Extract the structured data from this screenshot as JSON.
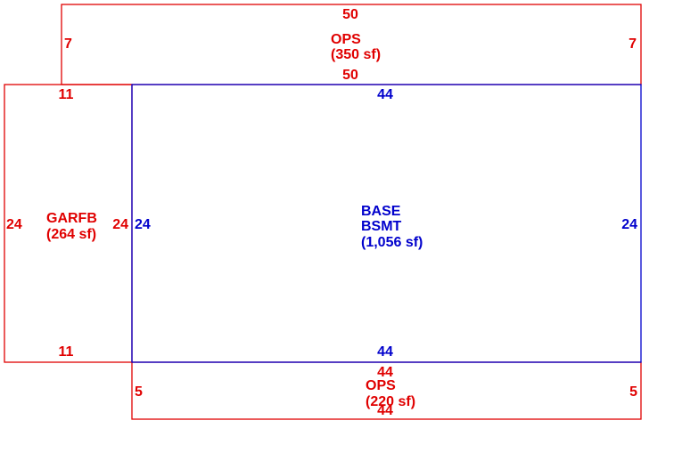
{
  "colors": {
    "red": "#e00000",
    "blue": "#0000cc"
  },
  "areas": {
    "ops_top": {
      "name": "OPS",
      "area": "(350 sf)",
      "dims": {
        "top": "50",
        "bottom": "50",
        "left": "7",
        "right": "7"
      }
    },
    "garfb": {
      "name": "GARFB",
      "area": "(264 sf)",
      "dims": {
        "top": "11",
        "bottom": "11",
        "left": "24",
        "right": "24"
      }
    },
    "base": {
      "name_line1": "BASE",
      "name_line2": "BSMT",
      "area": "(1,056 sf)",
      "dims": {
        "top": "44",
        "bottom": "44",
        "left": "24",
        "right": "24"
      }
    },
    "ops_bottom": {
      "name": "OPS",
      "area": "(220 sf)",
      "dims": {
        "top": "44",
        "bottom": "44",
        "left": "5",
        "right": "5"
      }
    }
  }
}
